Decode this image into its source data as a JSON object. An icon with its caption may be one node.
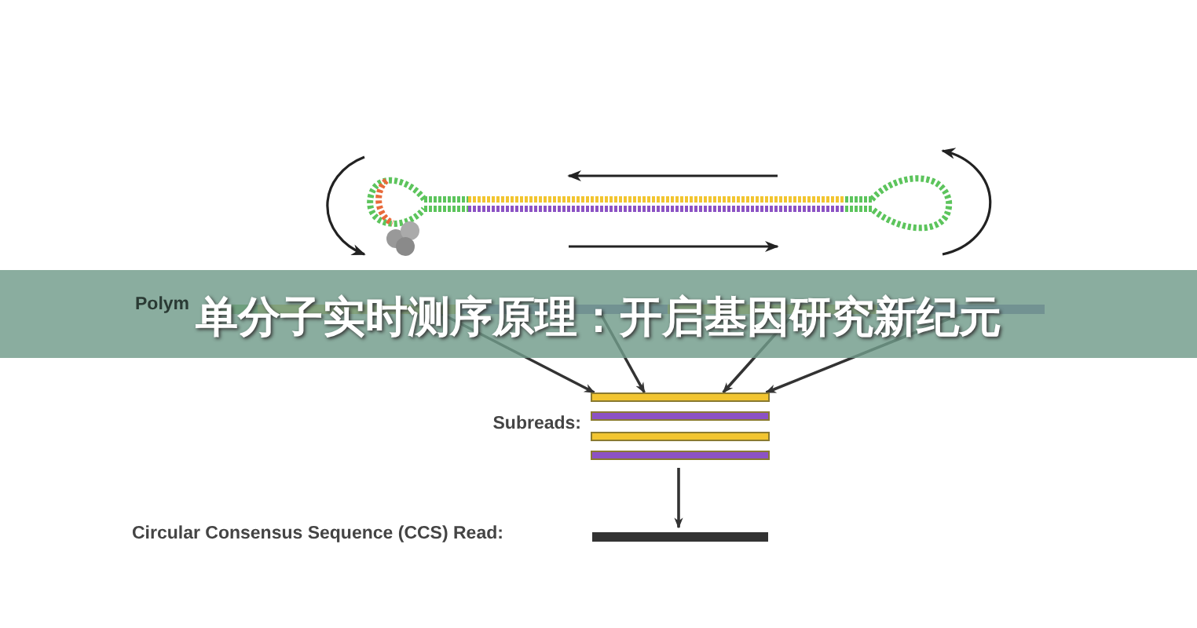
{
  "diagram": {
    "title": "单分子实时测序原理：开启基因研究新纪元",
    "nodes": [
      {
        "text": [],
        "shape": "bar",
        "beside": [
          "Polym"
        ]
      },
      {
        "text": [],
        "shape": "box",
        "beside": [
          "Subreads:"
        ]
      },
      {
        "text": [],
        "shape": "bar",
        "in": 1
      },
      {
        "text": [],
        "shape": "bar",
        "in": 1
      },
      {
        "text": [],
        "shape": "bar",
        "in": 1
      },
      {
        "text": [],
        "shape": "bar",
        "in": 1
      },
      {
        "text": [],
        "shape": "bar"
      }
    ],
    "labels": [
      "Circular Consensus Sequence (CCS) Read:"
    ],
    "edges": [
      {
        "from": 0,
        "to": 1,
        "arrow": "to"
      },
      {
        "from": 0,
        "to": 1,
        "arrow": "to"
      },
      {
        "from": 0,
        "to": 1,
        "arrow": "to"
      },
      {
        "from": 0,
        "to": 1,
        "arrow": "to"
      },
      {
        "from": 1,
        "to": 6,
        "arrow": "to"
      }
    ]
  }
}
